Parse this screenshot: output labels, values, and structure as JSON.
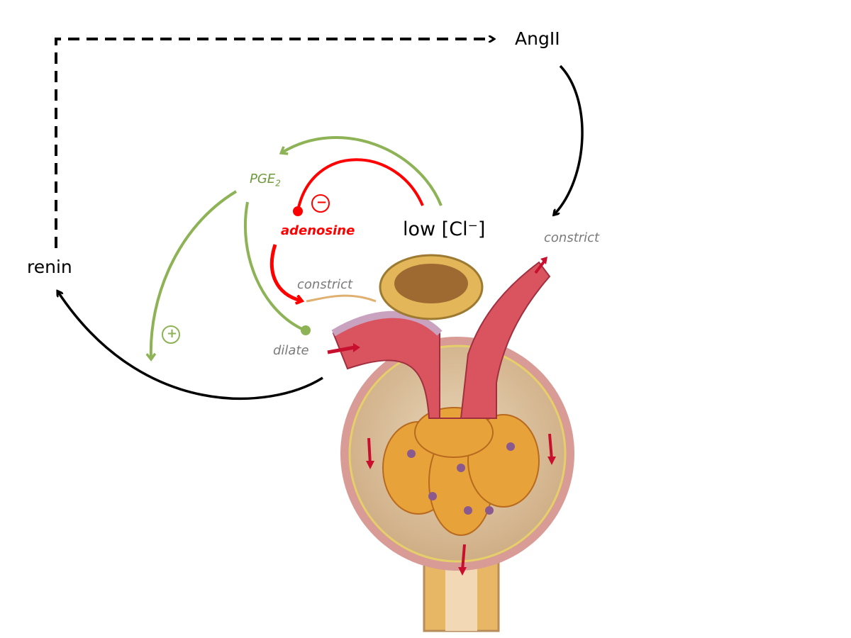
{
  "labels": {
    "angii": "AngII",
    "renin": "renin",
    "low_cl": "low [Cl⁻]",
    "pge2": "PGE",
    "pge2_sub": "2",
    "adenosine": "adenosine",
    "constrict_afferent": "constrict",
    "dilate": "dilate",
    "constrict_efferent": "constrict",
    "minus_sign": "−",
    "plus_sign": "+"
  },
  "colors": {
    "green": "#8db356",
    "red": "#ff0000",
    "black": "#000000",
    "grey_label": "#7a7a7a",
    "pge2_text": "#6f9a3c"
  }
}
